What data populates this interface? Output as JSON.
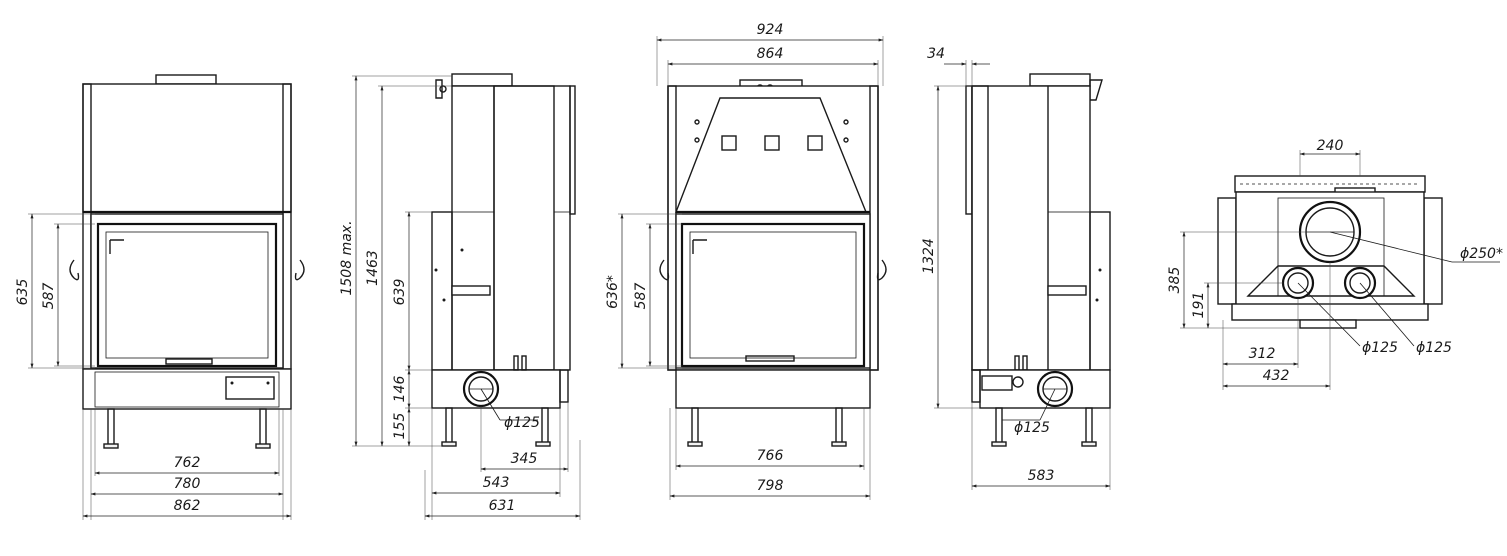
{
  "front": {
    "w762": "762",
    "w780": "780",
    "w862": "862",
    "h635": "635",
    "h587": "587"
  },
  "side": {
    "h1508": "1508 max.",
    "h1463": "1463",
    "h639": "639",
    "h146": "146",
    "h155": "155",
    "d125": "ϕ125",
    "w345": "345",
    "w543": "543",
    "w631": "631"
  },
  "front2": {
    "w924": "924",
    "w864": "864",
    "w766": "766",
    "w798": "798",
    "h636": "636*",
    "h587": "587"
  },
  "side2": {
    "w34": "34",
    "h1324": "1324",
    "d125": "ϕ125",
    "w583": "583"
  },
  "top": {
    "w240": "240",
    "d250": "ϕ250*",
    "h385": "385",
    "h191": "191",
    "d125a": "ϕ125",
    "d125b": "ϕ125",
    "w312": "312",
    "w432": "432"
  }
}
